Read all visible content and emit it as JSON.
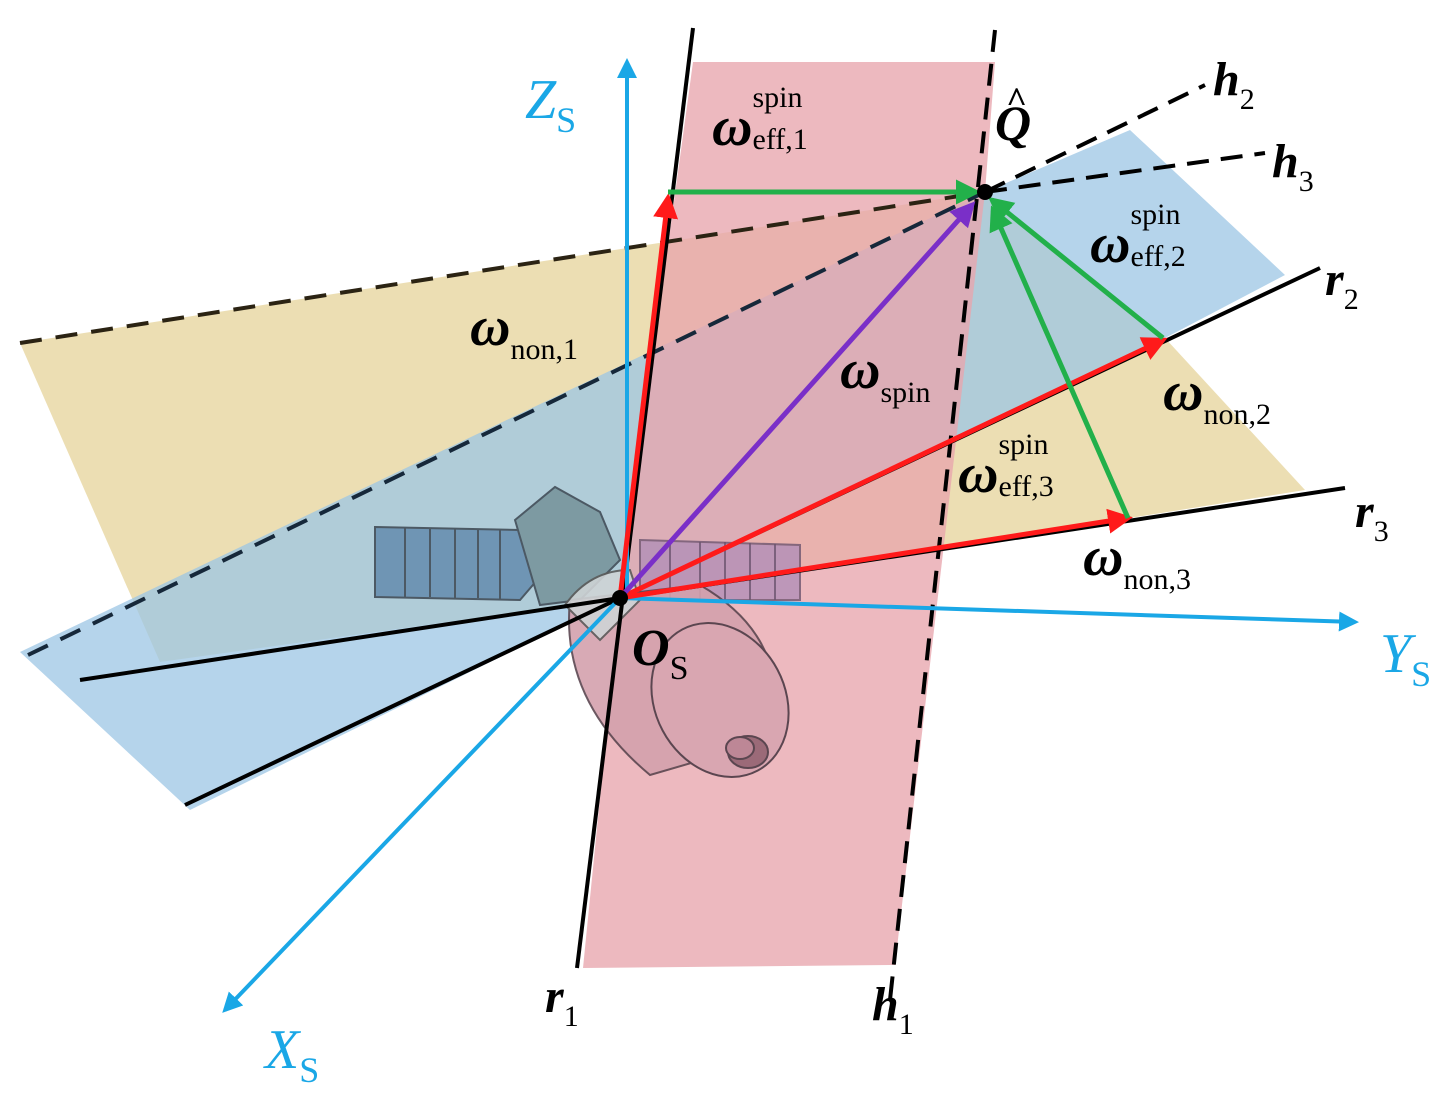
{
  "axes": {
    "z": {
      "main": "Z",
      "sub": "S"
    },
    "y": {
      "main": "Y",
      "sub": "S"
    },
    "x": {
      "main": "X",
      "sub": "S"
    },
    "origin": {
      "main": "O",
      "sub": "S"
    }
  },
  "lines": {
    "r1": {
      "main": "r",
      "sub": "1"
    },
    "r2": {
      "main": "r",
      "sub": "2"
    },
    "r3": {
      "main": "r",
      "sub": "3"
    },
    "h1": {
      "main": "h",
      "sub": "1"
    },
    "h2": {
      "main": "h",
      "sub": "2"
    },
    "h3": {
      "main": "h",
      "sub": "3"
    }
  },
  "point_q": {
    "main": "Q",
    "hat": "^"
  },
  "vectors": {
    "omega_symbol": "ω",
    "spin": {
      "sub": "spin"
    },
    "non1": {
      "sub": "non,1"
    },
    "non2": {
      "sub": "non,2"
    },
    "non3": {
      "sub": "non,3"
    },
    "eff1": {
      "sup": "spin",
      "sub": "eff,1"
    },
    "eff2": {
      "sup": "spin",
      "sub": "eff,2"
    },
    "eff3": {
      "sup": "spin",
      "sub": "eff,3"
    }
  },
  "colors": {
    "axis": "#1aa7e6",
    "red_vector": "#ff1a1a",
    "green_vector": "#22b04a",
    "purple_vector": "#7a2fc8",
    "pink_plane": "#e8a5ad",
    "tan_plane": "#e9d8a6",
    "blue_plane": "#9cc6e4"
  }
}
